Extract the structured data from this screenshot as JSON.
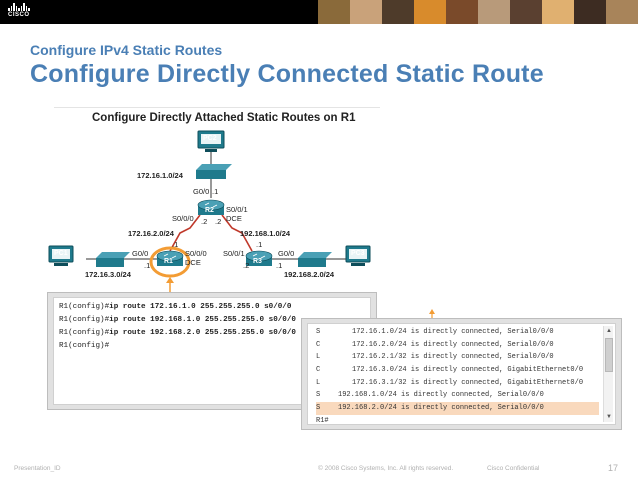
{
  "header": {
    "logo_text": "CISCO"
  },
  "slide": {
    "subtitle": "Configure IPv4 Static Routes",
    "title": "Configure Directly Connected Static Route"
  },
  "topology": {
    "title": "Configure Directly Attached Static Routes on R1",
    "devices": {
      "pc1": "PC1",
      "pc2": "PC2",
      "pc3": "PC3",
      "r1": "R1",
      "r2": "R2",
      "r3": "R3"
    },
    "labels": {
      "net_pc2": "172.16.1.0/24",
      "r2_g": "G0/0",
      "r2_g_host": ".1",
      "r2_s0": "S0/0/0",
      "r2_s0_host": ".2",
      "r2_s0_host2": ".2",
      "r2_s1": "S0/0/1",
      "r2_s1_dce": "DCE",
      "net_r1r2": "172.16.2.0/24",
      "net_r2r3": "192.168.1.0/24",
      "r1_up_host": ".1",
      "r1_g": "G0/0",
      "r1_g_host": ".1",
      "r1_s": "S0/0/0",
      "r1_dce": "DCE",
      "net_pc1": "172.16.3.0/24",
      "r3_s": "S0/0/1",
      "r3_up_host": ".1",
      "r3_g": "G0/0",
      "r3_g_host": ".1",
      "r3_s_host": ".2",
      "net_pc3": "192.168.2.0/24"
    }
  },
  "cli_config": {
    "lines": [
      {
        "prompt": "R1(config)#",
        "cmd": "ip route 172.16.1.0 255.255.255.0 s0/0/0"
      },
      {
        "prompt": "R1(config)#",
        "cmd": "ip route 192.168.1.0 255.255.255.0 s0/0/0"
      },
      {
        "prompt": "R1(config)#",
        "cmd": "ip route 192.168.2.0 255.255.255.0 s0/0/0"
      },
      {
        "prompt": "R1(config)#",
        "cmd": ""
      }
    ]
  },
  "route_table": {
    "rows": [
      {
        "code": "S",
        "text": "172.16.1.0/24 is directly connected, Serial0/0/0"
      },
      {
        "code": "C",
        "text": "172.16.2.0/24 is directly connected, Serial0/0/0"
      },
      {
        "code": "L",
        "text": "172.16.2.1/32 is directly connected, Serial0/0/0"
      },
      {
        "code": "C",
        "text": "172.16.3.0/24 is directly connected, GigabitEthernet0/0"
      },
      {
        "code": "L",
        "text": "172.16.3.1/32 is directly connected, GigabitEthernet0/0"
      },
      {
        "code": "S",
        "text": "192.168.1.0/24 is directly connected, Serial0/0/0"
      },
      {
        "code": "S",
        "text": "192.168.2.0/24 is directly connected, Serial0/0/0",
        "highlight": true
      }
    ],
    "prompt": "R1#",
    "highlight_color": "#f9d9bd"
  },
  "footer": {
    "left": "Presentation_ID",
    "center": "© 2008 Cisco Systems, Inc. All rights reserved.",
    "right": "Cisco Confidential",
    "page": "17"
  },
  "colors": {
    "accent": "#4a7fb5",
    "device": "#1f7a8c",
    "serial_link": "#c0392b",
    "r1_halo": "#f39c34"
  }
}
